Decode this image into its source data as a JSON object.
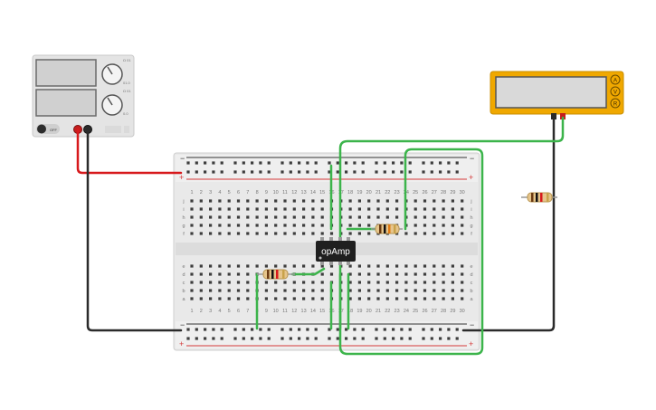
{
  "power_supply": {
    "knob1_label_top": "Ω 01",
    "knob1_label_side": "01.0",
    "knob2_label_top": "Ω 01",
    "knob2_label_side": "0.0",
    "switch_label": "OFF",
    "wire_colors": {
      "positive": "#d7191c",
      "negative": "#2b2b2b"
    }
  },
  "multimeter": {
    "mode_buttons": [
      "A",
      "V",
      "R"
    ],
    "body_color": "#f0a800"
  },
  "breadboard": {
    "columns": [
      "1",
      "2",
      "3",
      "4",
      "5",
      "6",
      "7",
      "8",
      "9",
      "10",
      "11",
      "12",
      "13",
      "14",
      "15",
      "16",
      "17",
      "18",
      "19",
      "20",
      "21",
      "22",
      "23",
      "24",
      "25",
      "26",
      "27",
      "28",
      "29",
      "30"
    ],
    "top_rows": [
      "j",
      "i",
      "h",
      "g",
      "f"
    ],
    "bottom_rows": [
      "e",
      "d",
      "c",
      "b",
      "a"
    ],
    "rail_minus": "−",
    "rail_plus": "+"
  },
  "components": {
    "chip_label": "opAmp",
    "jumper_color": "#3cb44b"
  },
  "colors": {
    "breadboard_body": "#e9e9e9",
    "rail_red": "#d43a3a",
    "rail_dark": "#333333",
    "resistor_body": "#e6c58c"
  }
}
